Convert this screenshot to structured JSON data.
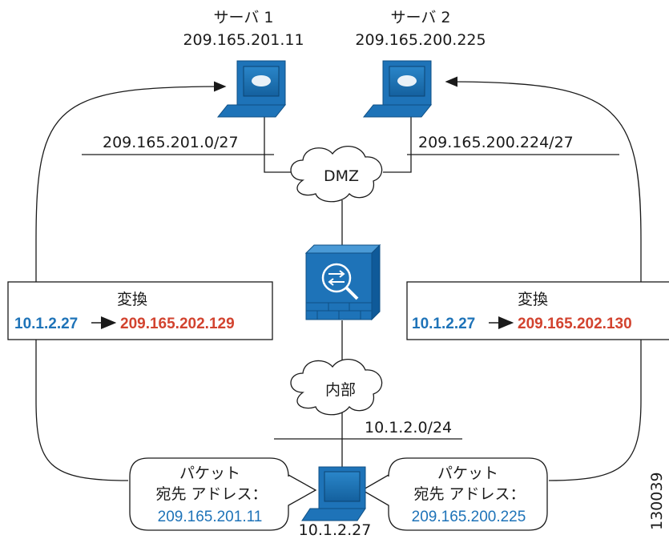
{
  "server1": {
    "name": "サーバ 1",
    "ip": "209.165.201.11"
  },
  "server2": {
    "name": "サーバ 2",
    "ip": "209.165.200.225"
  },
  "networks": {
    "left_subnet": "209.165.201.0/27",
    "right_subnet": "209.165.200.224/27",
    "dmz": "DMZ",
    "inside": "内部",
    "inside_subnet": "10.1.2.0/24"
  },
  "translation_left": {
    "title": "変換",
    "src": "10.1.2.27",
    "dst": "209.165.202.129"
  },
  "translation_right": {
    "title": "変換",
    "src": "10.1.2.27",
    "dst": "209.165.202.130"
  },
  "packet_left": {
    "line1": "パケット",
    "line2": "宛先 アドレス：",
    "ip": "209.165.201.11"
  },
  "packet_right": {
    "line1": "パケット",
    "line2": "宛先 アドレス：",
    "ip": "209.165.200.225"
  },
  "host": {
    "ip": "10.1.2.27"
  },
  "figure_id": "130039",
  "colors": {
    "device_blue": "#1e73b8",
    "address_red": "#d2432f",
    "address_blue": "#1e73b8"
  }
}
